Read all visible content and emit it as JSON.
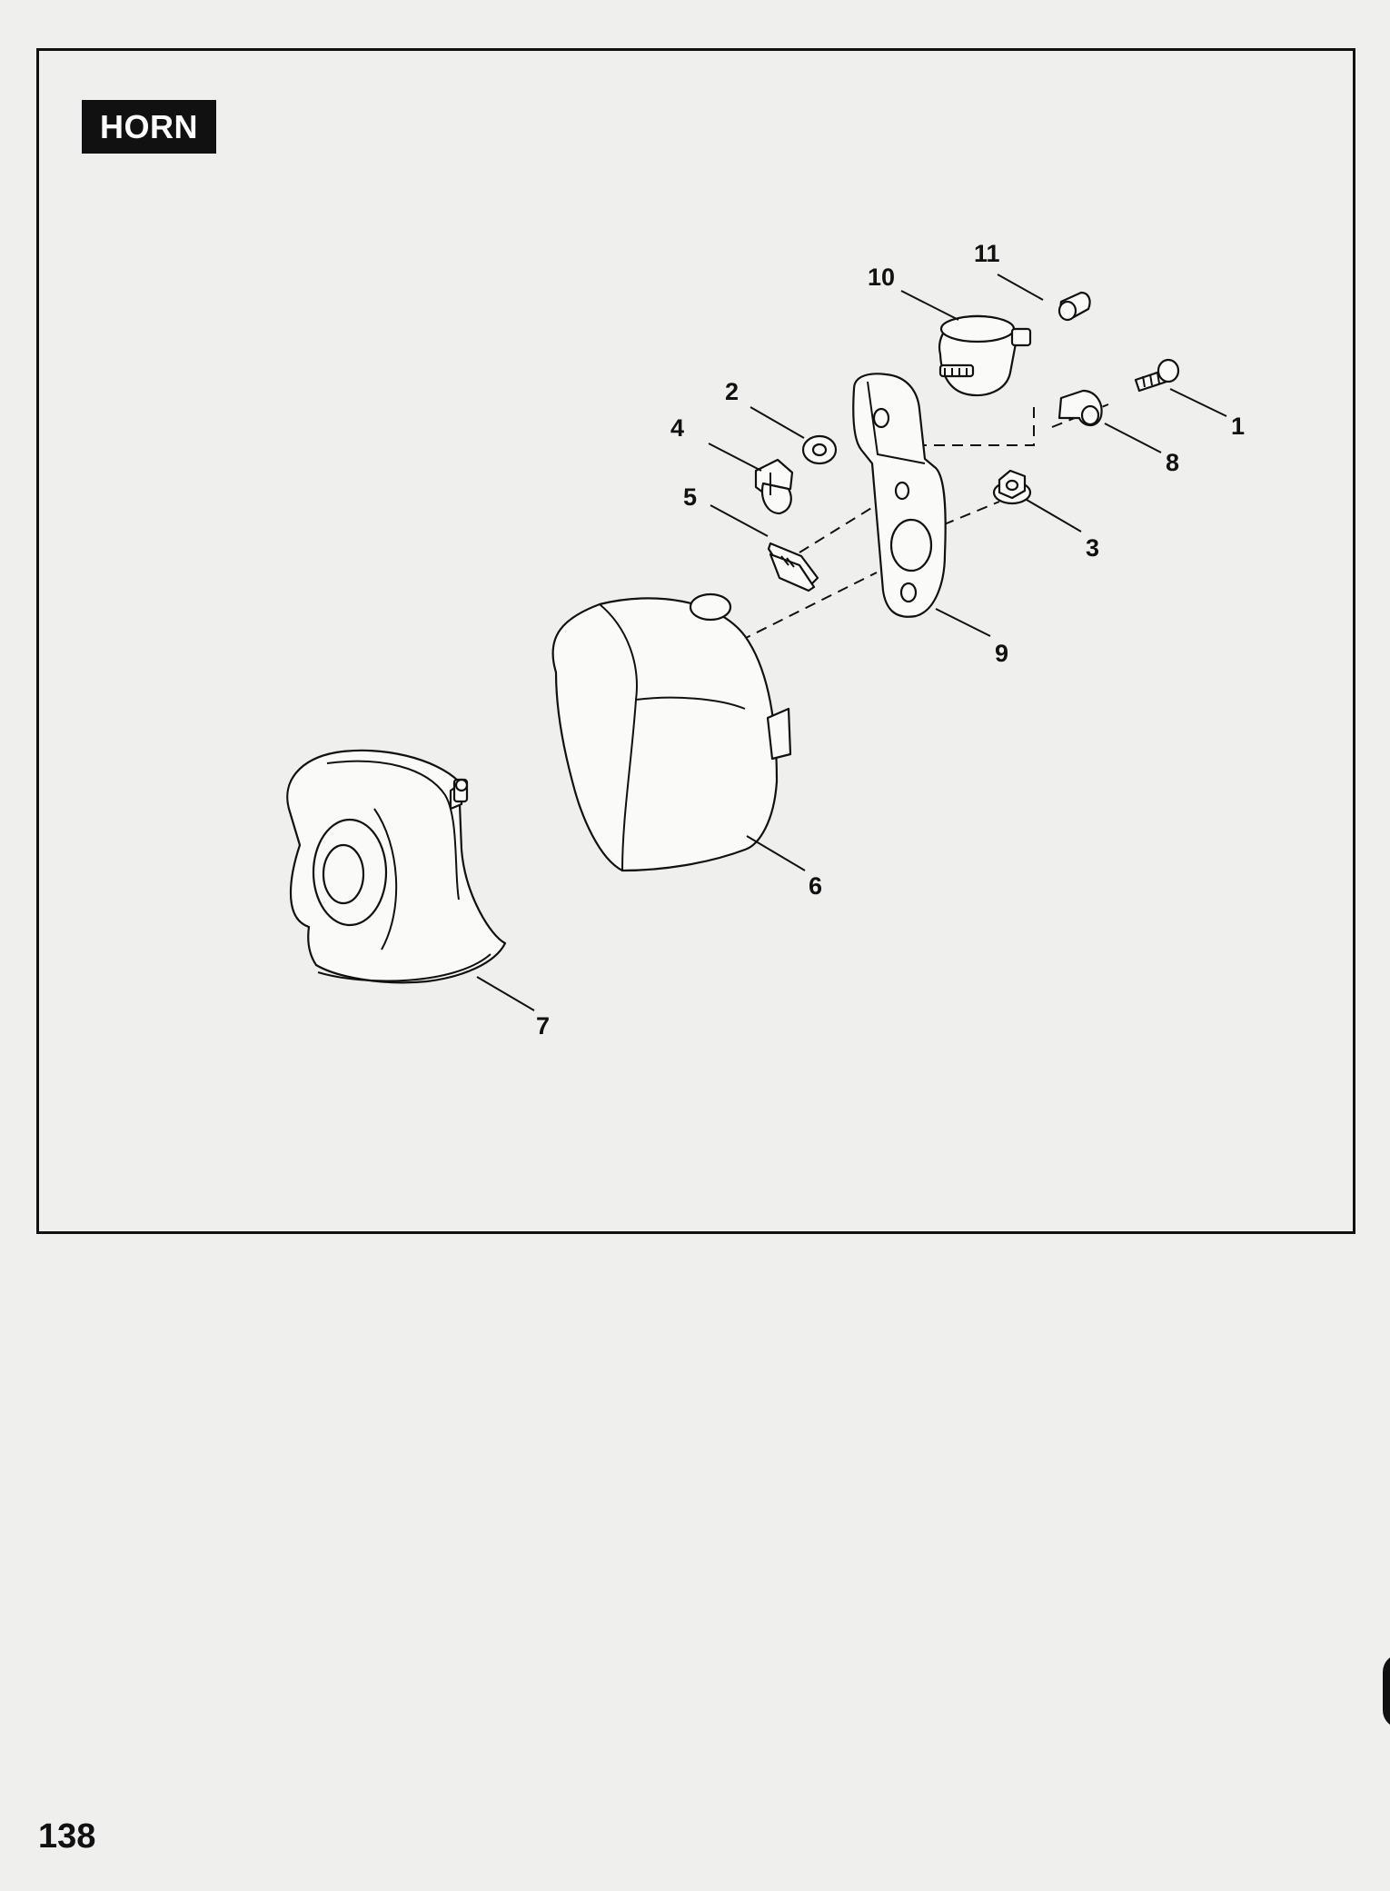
{
  "section_title": "HORN",
  "page_number": "138",
  "callouts": [
    {
      "id": "1",
      "label": "1",
      "part": "screw"
    },
    {
      "id": "2",
      "label": "2",
      "part": "washer"
    },
    {
      "id": "3",
      "label": "3",
      "part": "flange-nut"
    },
    {
      "id": "4",
      "label": "4",
      "part": "acorn-nut"
    },
    {
      "id": "5",
      "label": "5",
      "part": "speed-clip"
    },
    {
      "id": "6",
      "label": "6",
      "part": "horn-cover"
    },
    {
      "id": "7",
      "label": "7",
      "part": "horn"
    },
    {
      "id": "8",
      "label": "8",
      "part": "cable-clip"
    },
    {
      "id": "9",
      "label": "9",
      "part": "horn-bracket"
    },
    {
      "id": "10",
      "label": "10",
      "part": "rubber-mount"
    },
    {
      "id": "11",
      "label": "11",
      "part": "cap"
    }
  ]
}
